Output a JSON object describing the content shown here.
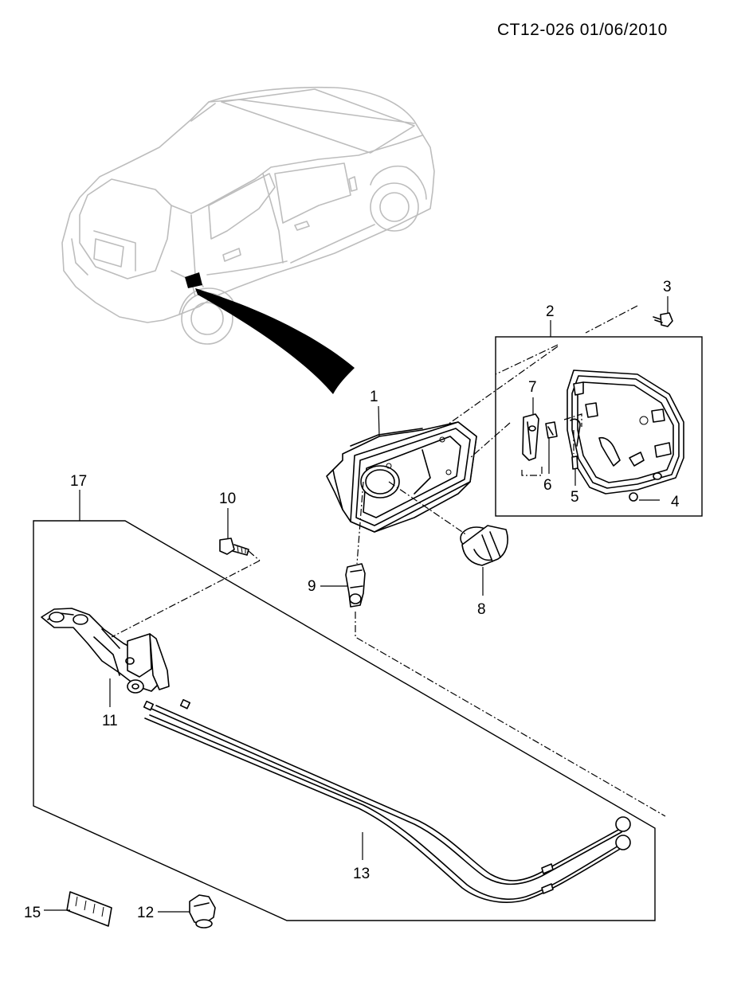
{
  "header": {
    "ref": "CT12-026  01/06/2010"
  },
  "parts": [
    {
      "num": "1"
    },
    {
      "num": "2"
    },
    {
      "num": "3"
    },
    {
      "num": "4"
    },
    {
      "num": "5"
    },
    {
      "num": "6"
    },
    {
      "num": "7"
    },
    {
      "num": "8"
    },
    {
      "num": "9"
    },
    {
      "num": "10"
    },
    {
      "num": "11"
    },
    {
      "num": "12"
    },
    {
      "num": "13"
    },
    {
      "num": "15"
    },
    {
      "num": "17"
    }
  ],
  "colors": {
    "line": "#000000",
    "vehicle": "#bdbdbd",
    "background": "#ffffff"
  }
}
